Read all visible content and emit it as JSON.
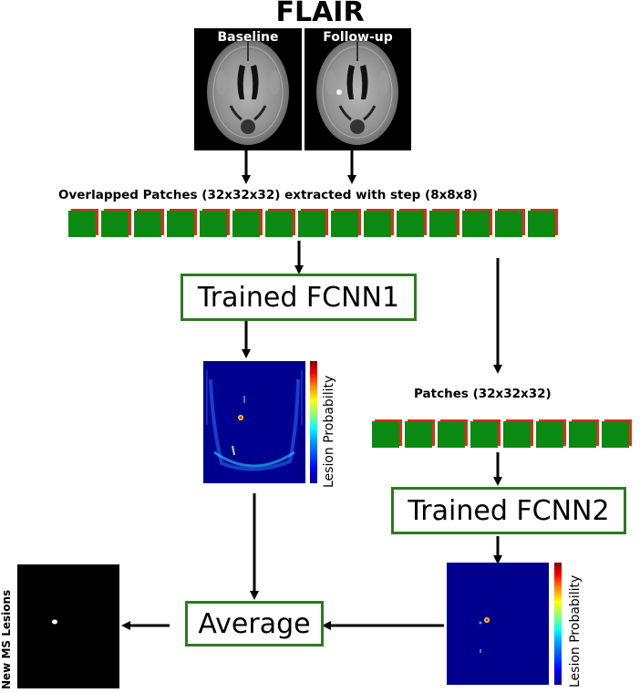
{
  "title": "FLAIR",
  "mri": {
    "baseline_label": "Baseline",
    "followup_label": "Follow-up"
  },
  "patches_caption": "Overlapped Patches (32x32x32) extracted with step (8x8x8)",
  "patches2_caption": "Patches (32x32x32)",
  "fcnn1_label": "Trained FCNN1",
  "fcnn2_label": "Trained FCNN2",
  "average_label": "Average",
  "colorbar_label": "Lesion Probability",
  "output_label": "New MS Lesions",
  "colors": {
    "box_border": "#2b7a1f",
    "patch_green": "#0a8a12",
    "patch_red": "#e12a1a",
    "map_background": "#00008f"
  },
  "patch_counts": {
    "row1": 15,
    "row2": 8
  }
}
